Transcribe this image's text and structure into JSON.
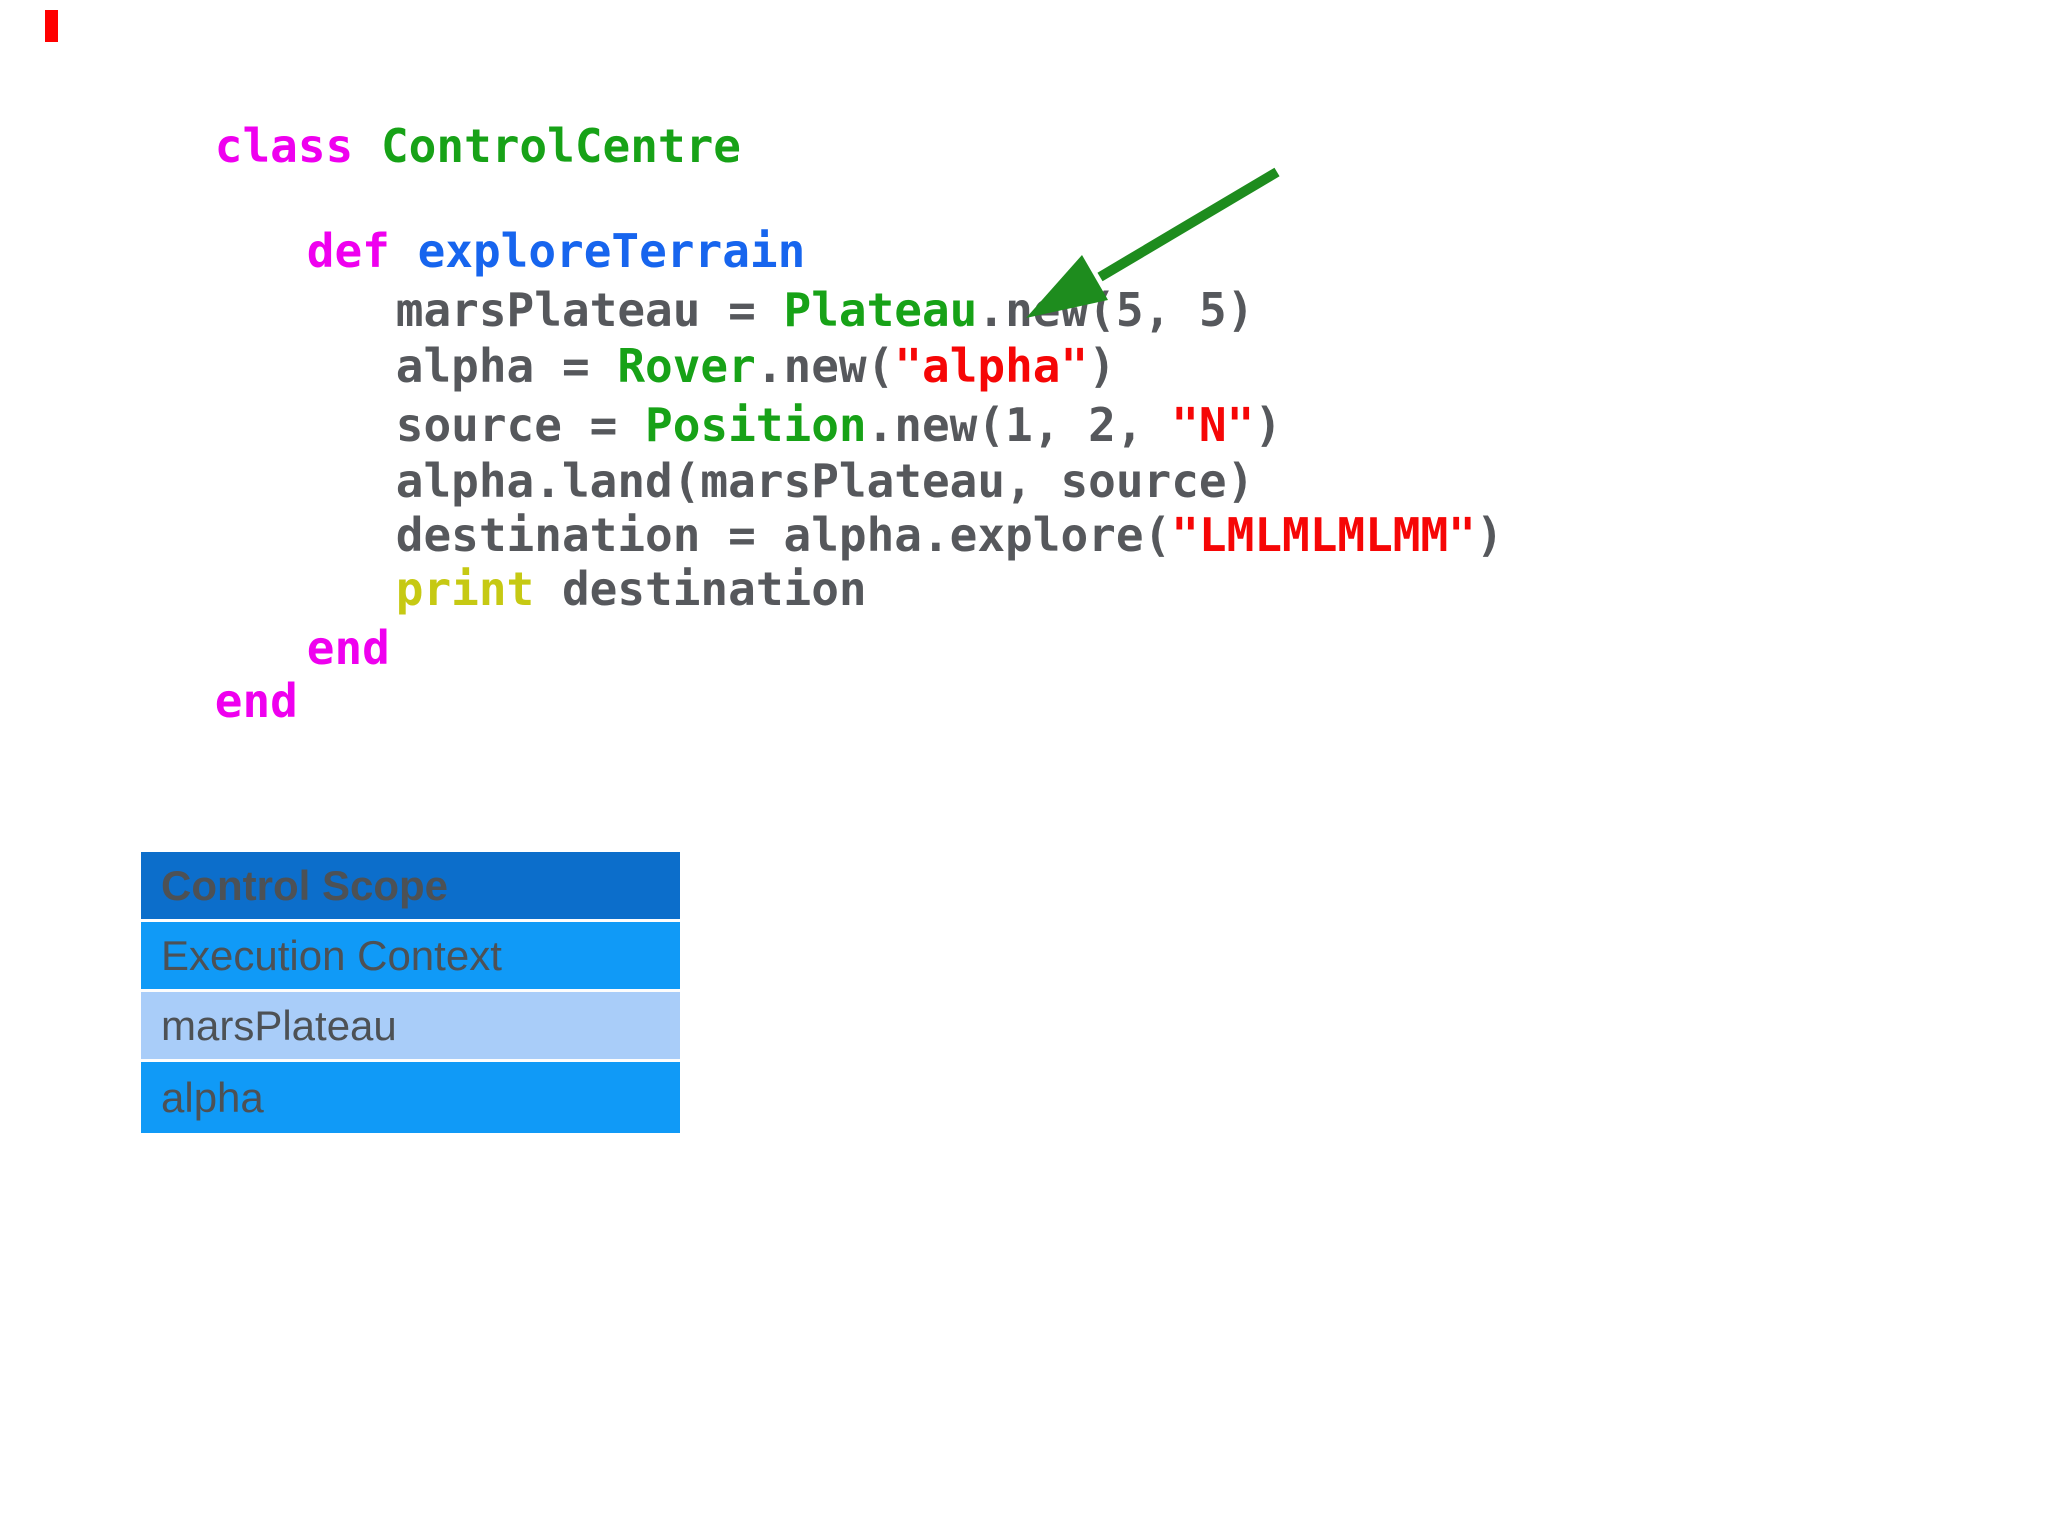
{
  "palette": {
    "background": "#ffffff",
    "keyword": "#ef00ef",
    "class_name": "#17a217",
    "method_name": "#1765ee",
    "code_text": "#56585c",
    "string": "#f60606",
    "print_keyword": "#c6c913",
    "arrow_green": "#1e8c1e",
    "marker_red": "#ff0000",
    "table_header_bg": "#0c6ecb",
    "table_row_bg": "#109af7",
    "table_row_alt_bg": "#a9cdf9",
    "table_text": "#4d5155"
  },
  "code": {
    "language": "ruby",
    "lines": [
      {
        "segments": [
          {
            "text": "class ",
            "role": "keyword"
          },
          {
            "text": "ControlCentre",
            "role": "class_name"
          }
        ]
      },
      {
        "segments": [
          {
            "text": "def ",
            "role": "keyword"
          },
          {
            "text": "exploreTerrain",
            "role": "method_name"
          }
        ]
      },
      {
        "segments": [
          {
            "text": "marsPlateau = ",
            "role": "code_text"
          },
          {
            "text": "Plateau",
            "role": "class_name"
          },
          {
            "text": ".new(5, 5)",
            "role": "code_text"
          }
        ]
      },
      {
        "segments": [
          {
            "text": "alpha = ",
            "role": "code_text"
          },
          {
            "text": "Rover",
            "role": "class_name"
          },
          {
            "text": ".new(",
            "role": "code_text"
          },
          {
            "text": "\"alpha\"",
            "role": "string"
          },
          {
            "text": ")",
            "role": "code_text"
          }
        ]
      },
      {
        "segments": [
          {
            "text": "source = ",
            "role": "code_text"
          },
          {
            "text": "Position",
            "role": "class_name"
          },
          {
            "text": ".new(1, 2, ",
            "role": "code_text"
          },
          {
            "text": "\"N\"",
            "role": "string"
          },
          {
            "text": ")",
            "role": "code_text"
          }
        ]
      },
      {
        "segments": [
          {
            "text": "alpha.land(marsPlateau, source)",
            "role": "code_text"
          }
        ]
      },
      {
        "segments": [
          {
            "text": "destination = alpha.explore(",
            "role": "code_text"
          },
          {
            "text": "\"LMLMLMLMM\"",
            "role": "string"
          },
          {
            "text": ")",
            "role": "code_text"
          }
        ]
      },
      {
        "segments": [
          {
            "text": "print",
            "role": "print_keyword"
          },
          {
            "text": " destination",
            "role": "code_text"
          }
        ]
      },
      {
        "segments": [
          {
            "text": "end",
            "role": "keyword"
          }
        ]
      },
      {
        "segments": [
          {
            "text": "end",
            "role": "keyword"
          }
        ]
      }
    ]
  },
  "scope_table": {
    "header": "Control Scope",
    "rows": [
      "Execution Context",
      "marsPlateau",
      "alpha"
    ]
  }
}
